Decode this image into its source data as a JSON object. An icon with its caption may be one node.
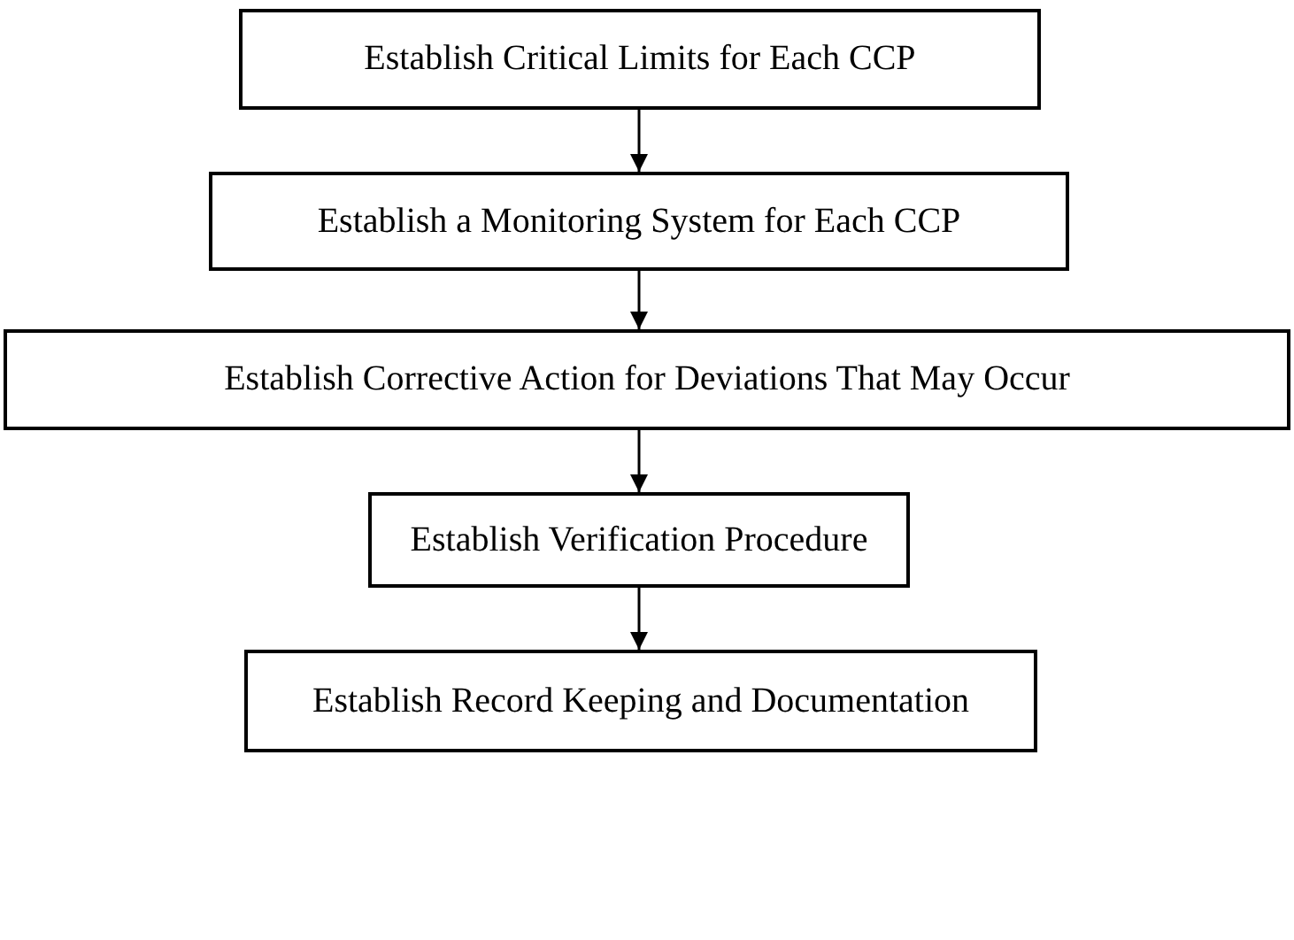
{
  "diagram": {
    "nodes": [
      {
        "text": [
          "Establish Critical Limits for Each CCP"
        ]
      },
      {
        "text": [
          "Establish a Monitoring System for Each CCP"
        ]
      },
      {
        "text": [
          "Establish Corrective Action for Deviations That May Occur"
        ]
      },
      {
        "text": [
          "Establish Verification Procedure"
        ]
      },
      {
        "text": [
          "Establish Record Keeping and Documentation"
        ]
      }
    ],
    "edges": [
      {
        "from": 0,
        "to": 1,
        "arrow": "to"
      },
      {
        "from": 1,
        "to": 2,
        "arrow": "to"
      },
      {
        "from": 2,
        "to": 3,
        "arrow": "to"
      },
      {
        "from": 3,
        "to": 4,
        "arrow": "to"
      }
    ]
  }
}
